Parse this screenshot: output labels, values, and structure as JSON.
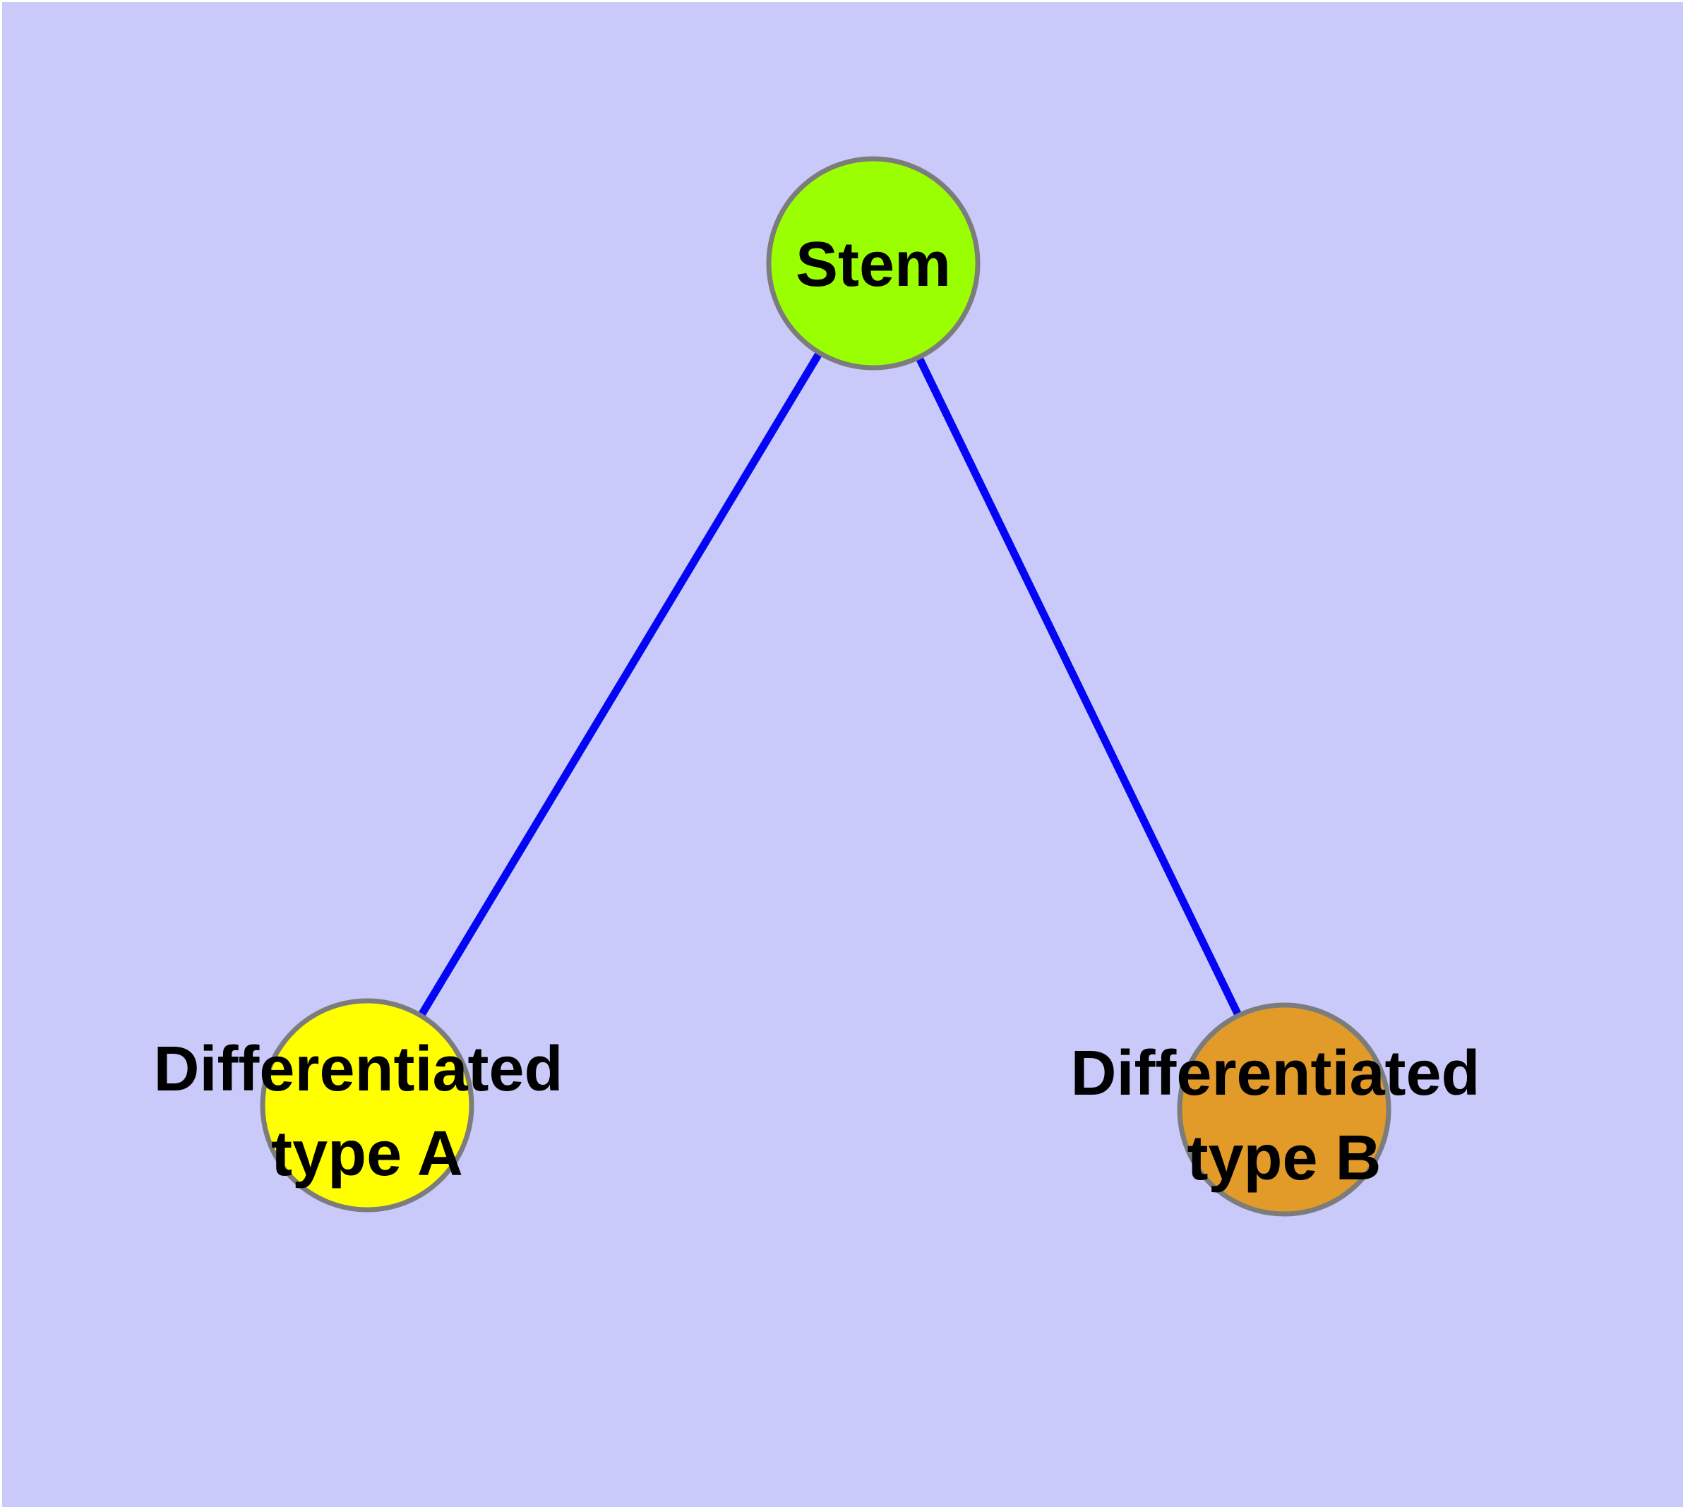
{
  "diagram": {
    "type": "node-link-graph",
    "background_color": "#CACAFA",
    "frame_color": "#FFFFFF",
    "edge_color": "#0505F5",
    "node_border_color": "#7C7C7C",
    "label_color": "#000000",
    "nodes": {
      "stem": {
        "label": "Stem",
        "fill": "#9AFF00"
      },
      "type_a": {
        "label": "Differentiated type A",
        "label_line1": "Differentiated",
        "label_line2": "type A",
        "fill": "#FFFF00"
      },
      "type_b": {
        "label": "Differentiated type B",
        "label_line1": "Differentiated",
        "label_line2": "type B",
        "fill": "#E29A28"
      }
    },
    "edges": [
      {
        "from": "Stem",
        "to": "Differentiated type A"
      },
      {
        "from": "Stem",
        "to": "Differentiated type B"
      }
    ]
  }
}
